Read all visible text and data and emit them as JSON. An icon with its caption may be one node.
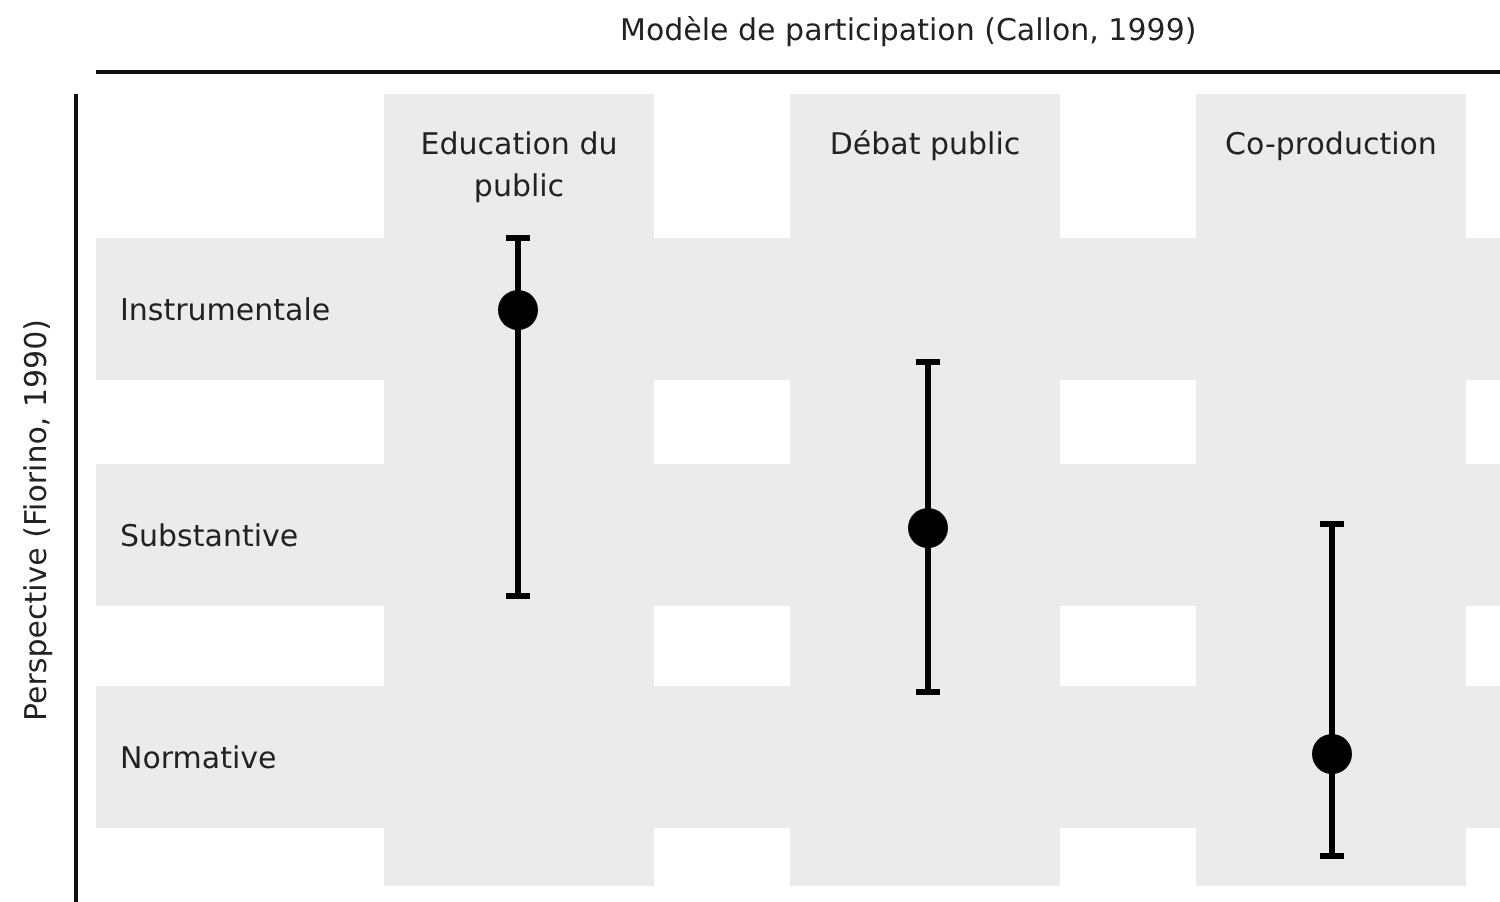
{
  "diagram": {
    "nodes": [
      {
        "text": [
          "Education du public"
        ]
      },
      {
        "text": [
          "Débat public"
        ]
      },
      {
        "text": [
          "Co-production"
        ]
      },
      {
        "text": [
          "Instrumentale"
        ]
      },
      {
        "text": [
          "Substantive"
        ]
      },
      {
        "text": [
          "Normative"
        ]
      }
    ],
    "labels": [
      "Modèle de participation (Callon, 1999)",
      "Perspective (Fiorino, 1990)"
    ]
  }
}
